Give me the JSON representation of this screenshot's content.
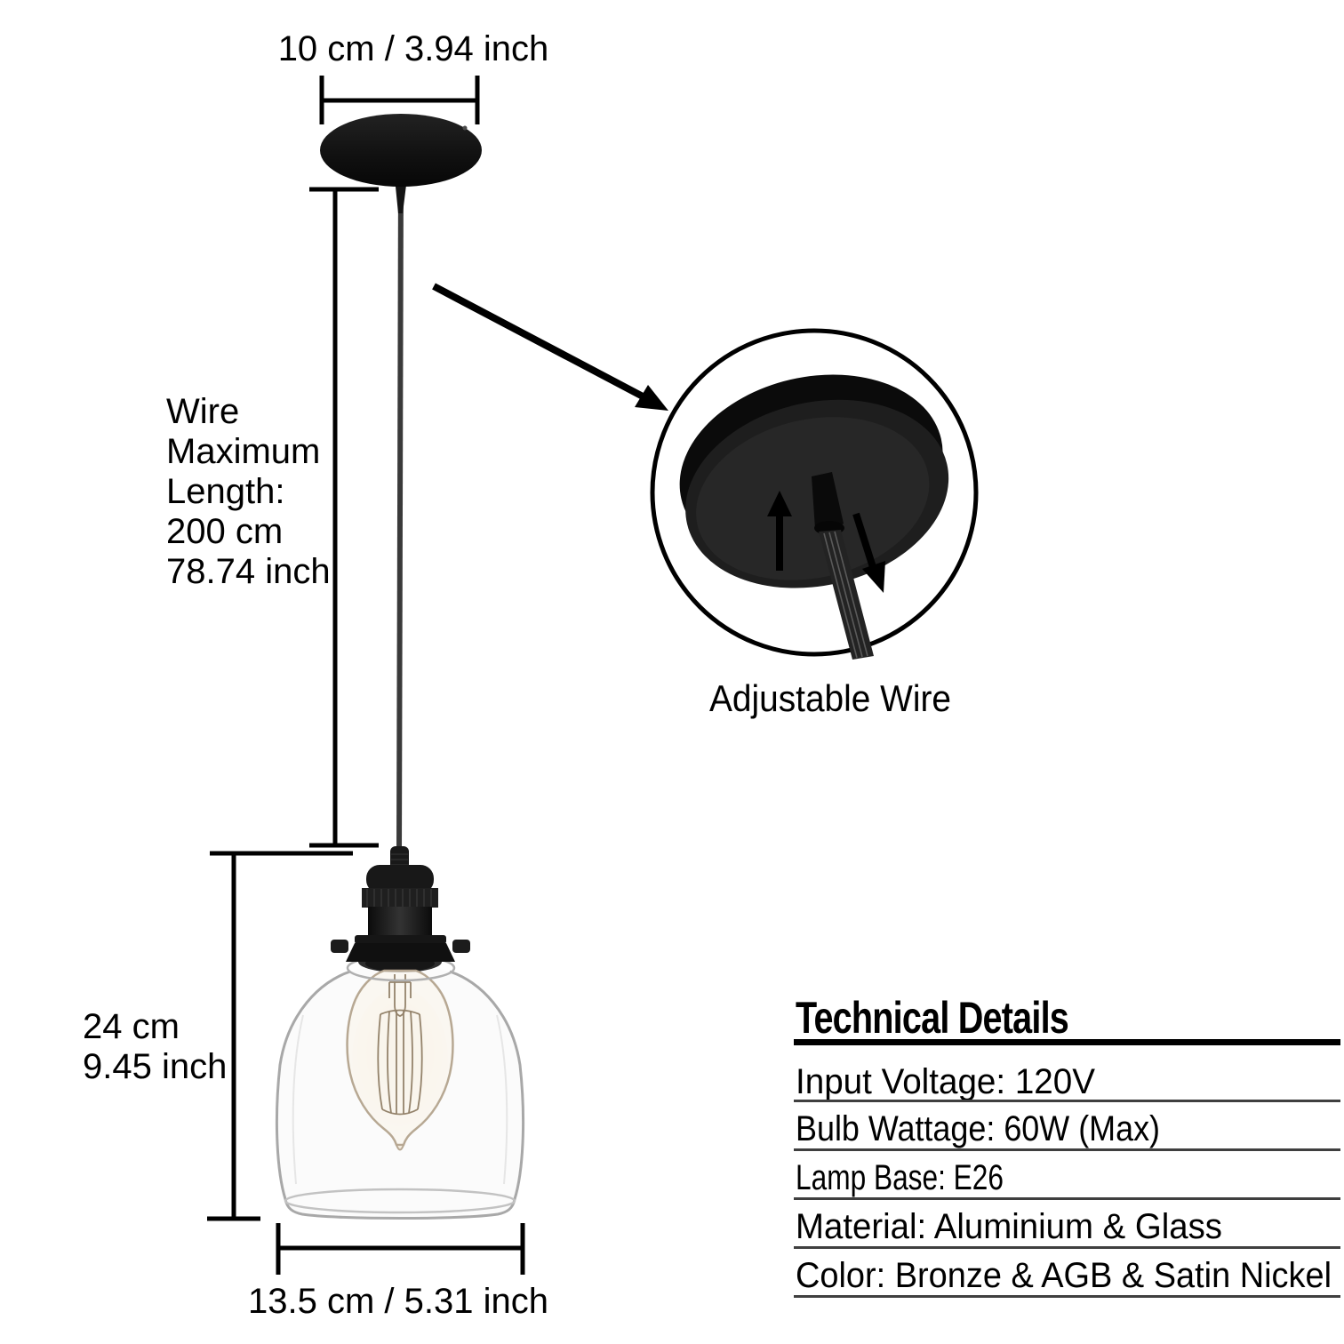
{
  "dimensions": {
    "canopy_width": {
      "label": "10 cm / 3.94 inch"
    },
    "wire_length": {
      "lines": [
        "Wire",
        "Maximum",
        "Length:",
        "200 cm",
        "78.74 inch"
      ]
    },
    "shade_height": {
      "lines": [
        "24 cm",
        "9.45 inch"
      ]
    },
    "shade_width": {
      "label": "13.5 cm / 5.31 inch"
    }
  },
  "detail_callout": {
    "caption": "Adjustable Wire"
  },
  "technical": {
    "title": "Technical Details",
    "rows": [
      "Input Voltage: 120V",
      "Bulb Wattage: 60W (Max)",
      "Lamp Base: E26",
      "Material: Aluminium & Glass",
      "Color: Bronze & AGB & Satin Nickel"
    ]
  },
  "colors": {
    "background": "#ffffff",
    "diagram_line": "#000000",
    "fixture_black": "#141414",
    "cord_gray": "#3a3a3a",
    "glass_outline": "#a8a8a8",
    "bulb_outline": "#b7a893",
    "bulb_glow": "#f6ecd9",
    "filament": "#94836b",
    "table_rule_thin": "#3f3f3f"
  }
}
